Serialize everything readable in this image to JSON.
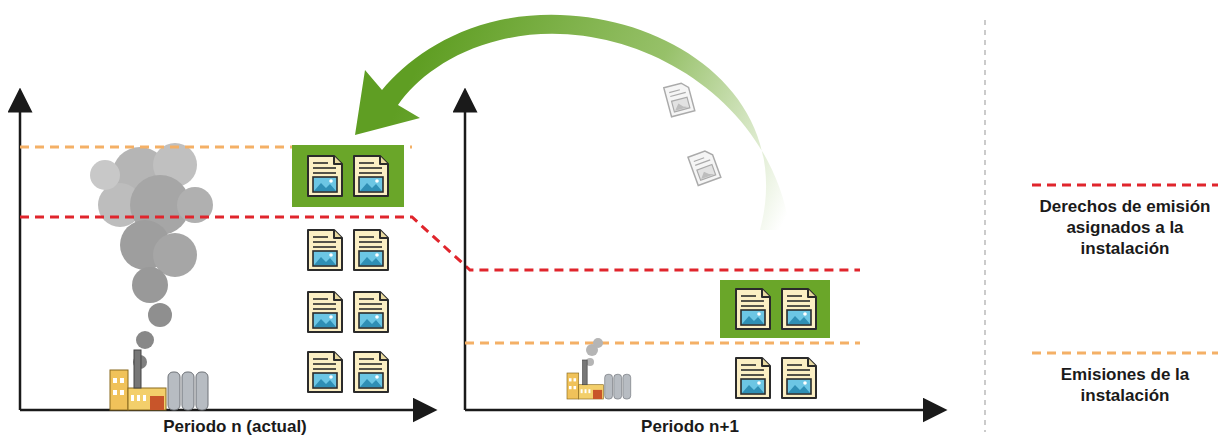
{
  "diagram": {
    "labels": [
      "Periodo n (actual)",
      "Periodo n+1"
    ],
    "legend": [
      {
        "text": "Derechos de emisión asignados a la instalación"
      },
      {
        "text": "Emisiones de la instalación"
      }
    ]
  }
}
